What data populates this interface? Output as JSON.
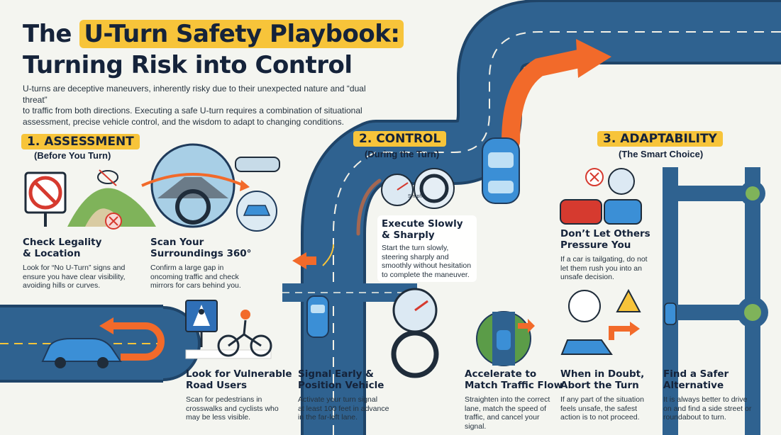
{
  "header": {
    "title_part1": "The",
    "title_highlight": "U-Turn Safety Playbook:",
    "title_line2": "Turning Risk into Control",
    "intro": [
      "U-turns are deceptive maneuvers, inherently risky due to their unexpected nature and “dual threat”",
      "to traffic from both directions. Executing a safe U-turn requires a combination of situational",
      "assessment, precise vehicle control, and the wisdom to adapt to changing conditions."
    ]
  },
  "sections": {
    "assessment": {
      "heading": "1. ASSESSMENT",
      "sub": "(Before You Turn)"
    },
    "control": {
      "heading": "2. CONTROL",
      "sub": "(During the Turn)"
    },
    "adaptability": {
      "heading": "3. ADAPTABILITY",
      "sub": "(The Smart Choice)"
    }
  },
  "cards": {
    "legality": {
      "title": [
        "Check Legality",
        "& Location"
      ],
      "text": [
        "Look for “No U-Turn” signs and",
        "ensure you have clear visibility,",
        "avoiding hills or curves."
      ]
    },
    "scan": {
      "title": [
        "Scan Your",
        "Surroundings 360°"
      ],
      "text": [
        "Confirm a large gap in",
        "oncoming traffic and check",
        "mirrors for cars behind you."
      ]
    },
    "vulnerable": {
      "title": [
        "Look for Vulnerable",
        "Road Users"
      ],
      "text": [
        "Scan for pedestrians in",
        "crosswalks and cyclists who",
        "may be less visible."
      ]
    },
    "signal": {
      "title": [
        "Signal Early &",
        "Position Vehicle"
      ],
      "text": [
        "Activate your turn signal",
        "at least 100 feet in advance",
        "in the far-left lane."
      ]
    },
    "execute": {
      "title": [
        "Execute Slowly",
        "& Sharply"
      ],
      "text": [
        "Start the turn slowly,",
        "steering sharply and",
        "smoothly without hesitation",
        "to complete the maneuver."
      ]
    },
    "accelerate": {
      "title": [
        "Accelerate to",
        "Match Traffic Flow"
      ],
      "text": [
        "Straighten into the correct",
        "lane, match the speed of",
        "traffic, and cancel your",
        "signal."
      ]
    },
    "pressure": {
      "title": [
        "Don’t Let Others",
        "Pressure You"
      ],
      "text": [
        "If a car is tailgating, do not",
        "let them rush you into an",
        "unsafe decision."
      ]
    },
    "doubt": {
      "title": [
        "When in Doubt,",
        "Abort the Turn"
      ],
      "text": [
        "If any part of the situation",
        "feels unsafe, the safest",
        "action is to not proceed."
      ]
    },
    "alternative": {
      "title": [
        "Find a Safer",
        "Alternative"
      ],
      "text": [
        "It is always better to drive",
        "on and find a side street or",
        "roundabout to turn."
      ]
    }
  },
  "illustration_labels": {
    "speedometer_unit": "S mph"
  },
  "colors": {
    "accent": "#f7c43a",
    "road": "#2c5a86",
    "road_dark": "#1f4468",
    "arrow": "#f26a2a",
    "car": "#3b8fd6",
    "danger": "#d63a2f"
  }
}
